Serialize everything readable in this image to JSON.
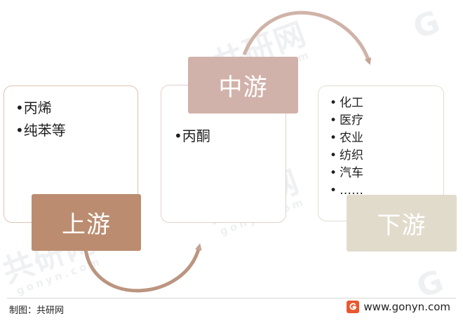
{
  "upstream": {
    "label": "上游",
    "items": [
      "丙烯",
      "纯苯等"
    ]
  },
  "midstream": {
    "label": "中游",
    "items": [
      "丙酮"
    ]
  },
  "downstream": {
    "label": "下游",
    "items": [
      "化工",
      "医疗",
      "农业",
      "纺织",
      "汽车",
      "……"
    ]
  },
  "footer": {
    "source": "制图：共研网",
    "site": "www.gonyn.com"
  },
  "watermark": {
    "brand": "共研网",
    "domain": "gonyn.com"
  },
  "colors": {
    "upstream_tag": "#bb8c6f",
    "midstream_tag": "#d1b2aa",
    "downstream_tag": "#e1dbcc",
    "arrow": "#c4a495",
    "logo": "#e8572f"
  }
}
